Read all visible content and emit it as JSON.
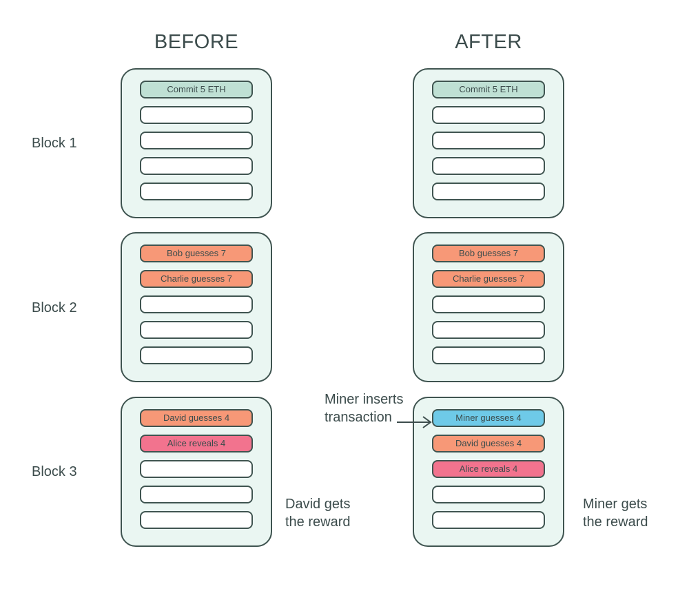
{
  "columns": [
    {
      "key": "before",
      "label": "BEFORE"
    },
    {
      "key": "after",
      "label": "AFTER"
    }
  ],
  "row_labels": [
    "Block 1",
    "Block 2",
    "Block 3"
  ],
  "palette": {
    "block_fill": "#eaf6f2",
    "outline": "#3f5450",
    "text": "#3c4c4c",
    "commit_green": "#bfe0d4",
    "guess_orange": "#f79877",
    "reveal_pink": "#f2738e",
    "miner_blue": "#6ecae8",
    "empty_white": "#ffffff"
  },
  "slots_per_block": 5,
  "blocks": {
    "before": [
      {
        "row_label": "Block 1",
        "transactions": [
          {
            "label": "Commit 5 ETH",
            "color": "green"
          },
          {
            "label": "",
            "color": "empty"
          },
          {
            "label": "",
            "color": "empty"
          },
          {
            "label": "",
            "color": "empty"
          },
          {
            "label": "",
            "color": "empty"
          }
        ]
      },
      {
        "row_label": "Block 2",
        "transactions": [
          {
            "label": "Bob guesses 7",
            "color": "orange"
          },
          {
            "label": "Charlie guesses 7",
            "color": "orange"
          },
          {
            "label": "",
            "color": "empty"
          },
          {
            "label": "",
            "color": "empty"
          },
          {
            "label": "",
            "color": "empty"
          }
        ]
      },
      {
        "row_label": "Block 3",
        "transactions": [
          {
            "label": "David guesses 4",
            "color": "orange"
          },
          {
            "label": "Alice reveals 4",
            "color": "pink"
          },
          {
            "label": "",
            "color": "empty"
          },
          {
            "label": "",
            "color": "empty"
          },
          {
            "label": "",
            "color": "empty"
          }
        ]
      }
    ],
    "after": [
      {
        "row_label": "Block 1",
        "transactions": [
          {
            "label": "Commit 5 ETH",
            "color": "green"
          },
          {
            "label": "",
            "color": "empty"
          },
          {
            "label": "",
            "color": "empty"
          },
          {
            "label": "",
            "color": "empty"
          },
          {
            "label": "",
            "color": "empty"
          }
        ]
      },
      {
        "row_label": "Block 2",
        "transactions": [
          {
            "label": "Bob guesses 7",
            "color": "orange"
          },
          {
            "label": "Charlie guesses 7",
            "color": "orange"
          },
          {
            "label": "",
            "color": "empty"
          },
          {
            "label": "",
            "color": "empty"
          },
          {
            "label": "",
            "color": "empty"
          }
        ]
      },
      {
        "row_label": "Block 3",
        "transactions": [
          {
            "label": "Miner guesses 4",
            "color": "blue"
          },
          {
            "label": "David guesses 4",
            "color": "orange"
          },
          {
            "label": "Alice reveals 4",
            "color": "pink"
          },
          {
            "label": "",
            "color": "empty"
          },
          {
            "label": "",
            "color": "empty"
          }
        ]
      }
    ]
  },
  "annotations": {
    "miner_inserts": "Miner inserts\ntransaction",
    "before_reward": "David gets\nthe reward",
    "after_reward": "Miner gets\nthe reward"
  }
}
